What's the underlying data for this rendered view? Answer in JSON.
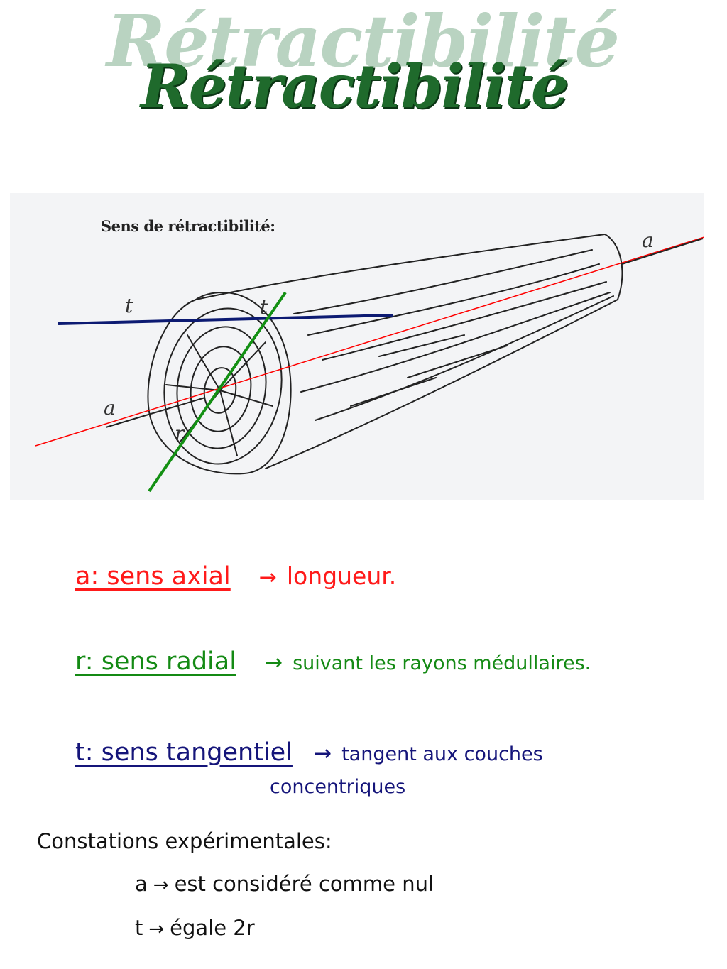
{
  "title": "Rétractibilité",
  "figure": {
    "caption": "Sens de rétractibilité:",
    "labels": {
      "a": "a",
      "t": "t",
      "r": "r"
    },
    "colors": {
      "axial": "#ff0000",
      "radial": "#139013",
      "tangential": "#0c1a72"
    }
  },
  "legend": {
    "axial": {
      "key": "a: sens axial",
      "arrow": "→",
      "desc": "longueur."
    },
    "radial": {
      "key": "r: sens radial",
      "arrow": "→",
      "desc": "suivant les rayons médullaires."
    },
    "tangential": {
      "key": "t: sens tangentiel",
      "arrow": "→",
      "desc": "tangent aux couches",
      "desc2": "concentriques"
    }
  },
  "observations": {
    "title": "Constations expérimentales:",
    "items": [
      {
        "subject": "a",
        "arrow": "→",
        "text": "est considéré comme nul"
      },
      {
        "subject": "t",
        "arrow": "→",
        "text": "égale 2r"
      }
    ]
  }
}
